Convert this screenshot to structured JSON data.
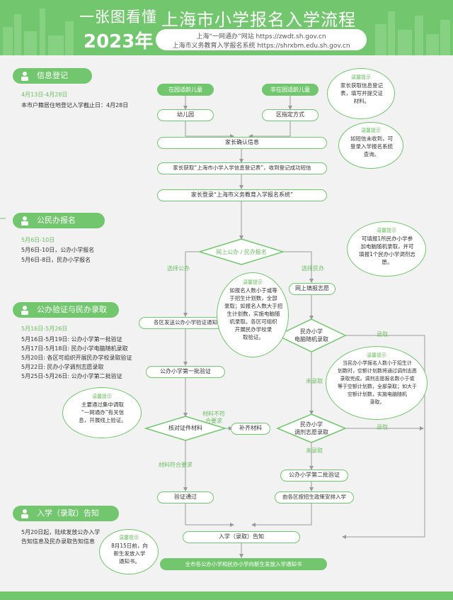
{
  "header": {
    "slogan_line1": "一张图看懂",
    "slogan_line2": "2023年",
    "title": "上海市小学报名入学流程",
    "url_line1": "上海“一网通办”网站 https://zwdt.sh.gov.cn",
    "url_line2": "上海市义务教育入学报名系统 https://shrxbm.edu.sh.gov.cn"
  },
  "sections": {
    "info": {
      "label": "信息登记",
      "dates": "4月13日-4月28日",
      "lines": [
        "本市户籍居住地登记入学截止日：4月28日"
      ]
    },
    "signup": {
      "label": "公民办报名",
      "dates": "5月6日-10日",
      "lines": [
        "5月6日-10日，公办小学报名",
        "5月6日-8日，民办小学报名"
      ]
    },
    "verify": {
      "label": "公办验证与民办录取",
      "dates": "5月16日-5月26日",
      "lines": [
        "5月16日-5月19日: 公办小学第一批验证",
        "5月17日-5月18日: 民办小学电脑随机录取",
        "5月20日: 各区可组织开展民办学校录取验证",
        "5月22日: 民办小学调剂志愿录取",
        "5月25日-5月26日: 公办小学第二批验证"
      ]
    },
    "notice": {
      "label": "入学（录取）告知",
      "lines": [
        "5月20日起，陆续发放公办入学",
        "告知信息及民办录取告知信息"
      ]
    }
  },
  "flow": {
    "in_kindergarten": "在园适龄儿童",
    "not_in_kindergarten": "非在园适龄儿童",
    "kindergarten": "幼儿园",
    "district_method": "区指定方式",
    "parent_confirm": "家长确认信息",
    "get_form": "家长获取“上海市小学入学信息登记表”，收到登记成功短信",
    "parent_login": "家长登录“上海市义务教育入学报名系统”",
    "online_signup": "网上公办 / 民办报名",
    "choose_public": "选择公办",
    "choose_private": "选择民办",
    "fill_wish": "网上填报志愿",
    "district_notice": "各区发送公办小学验证通知",
    "private_random_line1": "民办小学",
    "private_random_line2": "电脑随机录取",
    "admitted": "录取",
    "not_admitted": "未录取",
    "public_batch1": "公办小学第一批验证",
    "check_docs": "核对证件材料",
    "docs_not_ok_line1": "材料不符",
    "docs_not_ok_line2": "合要求",
    "supplement_docs": "补齐材料",
    "docs_ok": "材料符合要求",
    "verify_pass": "验证通过",
    "private_adjust_line1": "民办小学",
    "private_adjust_line2": "调剂志愿录取",
    "public_batch2": "公办小学第二批验证",
    "district_arrange": "由各区按招生政策安排入学",
    "enroll_notice": "入学（录取）告知",
    "issue_notice": "全市各公办小学和民办小学向新生发放入学通知书"
  },
  "tips": {
    "title": "温馨提示",
    "t1": [
      "家长获取信息登记",
      "表，填写并提交证",
      "材料。"
    ],
    "t2": [
      "如短信未收到，可",
      "登录入学报名系统",
      "查询。"
    ],
    "t3": [
      "可填报1所民办小学参",
      "加电脑随机录取，并可",
      "填报1个民办小学调剂志",
      "愿。"
    ],
    "t4": [
      "如报名人数小于或等",
      "于招生计划数，全部",
      "录取；如报名人数大于招",
      "生计划数，实施电脑随",
      "机录取。各区可组织",
      "开展民办学校录",
      "取验证。"
    ],
    "t5": [
      "当民办小学报名人数小于招生计",
      "划数时，空额计划数将通过调剂志愿",
      "录取完成。调剂志愿报名数小于或",
      "等于空额计划数，全部录取；如大于",
      "空额计划数，实施电脑随机",
      "录取。"
    ],
    "t6": [
      "主要通过集中调取",
      "“一网通办”有关信",
      "息，开展线上验证。"
    ],
    "t7": [
      "8月15日前，向",
      "新生发放入学",
      "通知书。"
    ]
  },
  "colors": {
    "primary": "#72c66d",
    "text_green": "#6cbf62",
    "line": "#999999",
    "background": "#f1f2f1"
  }
}
